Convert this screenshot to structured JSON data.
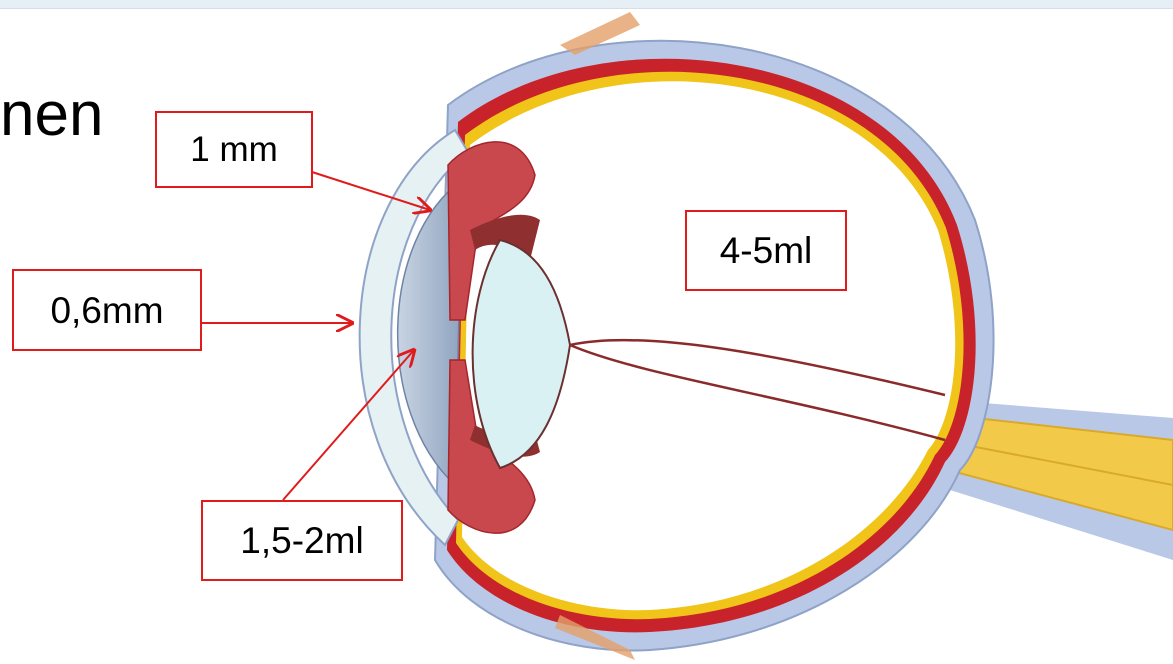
{
  "slide": {
    "title_fragment": "nen"
  },
  "callouts": {
    "cornea_sclera_thickness": "1 mm",
    "cornea_thickness": "0,6mm",
    "vitreous_volume": "4-5ml",
    "aqueous_volume": "1,5-2ml"
  },
  "colors": {
    "callout_border": "#e01b1b",
    "arrow": "#e01b1b",
    "sclera": "#b9c8e6",
    "choroid": "#c8232a",
    "retina": "#f0c419",
    "optic_nerve": "#f3c94a",
    "iris_ciliary": "#c9484e",
    "lens": "#d9f1f3",
    "cornea": "#e6f1f3",
    "anterior_chamber": "#9fb1c9",
    "hyaloid_canal": "#8a2a2a"
  }
}
